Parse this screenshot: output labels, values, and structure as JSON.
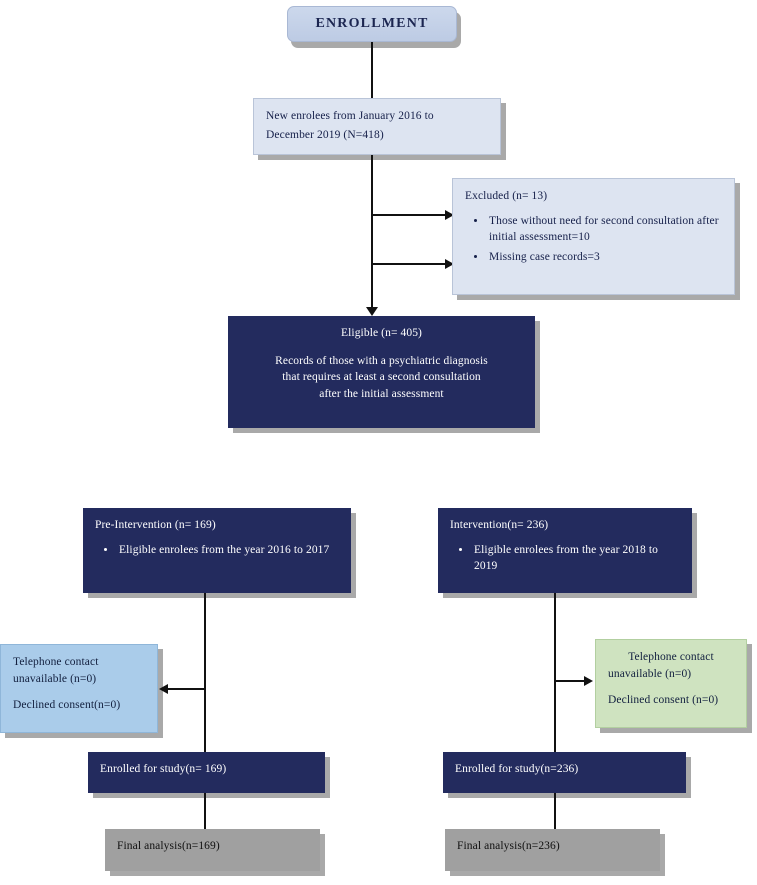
{
  "diagram": {
    "title": "Study enrollment flow diagram",
    "colors": {
      "header_fill": "#c6d3e9",
      "pale_fill": "#dde4f1",
      "blue_fill": "#aaccea",
      "green_fill": "#cfe3c0",
      "navy_fill": "#232b5e",
      "grey_fill": "#a0a0a0",
      "connector": "#111111"
    }
  },
  "nodes": {
    "enrollment": {
      "label": "ENROLLMENT"
    },
    "new_enrollees": {
      "line1": "New enrolees from January 2016  to",
      "line2": "December 2019  (N=418)"
    },
    "excluded": {
      "title": "Excluded  (n= 13)",
      "bullets": [
        "Those without need for second consultation after initial  assessment=10",
        "Missing case records=3"
      ]
    },
    "eligible": {
      "title": "Eligible  (n=  405)",
      "body_line1": "Records of  those with a psychiatric diagnosis",
      "body_line2": "that requires at least a second consultation",
      "body_line3": "after the initial  assessment"
    },
    "pre_intervention": {
      "title": "Pre-Intervention (n=  169)",
      "bullets": [
        "Eligible  enrolees from  the year 2016 to 2017"
      ]
    },
    "intervention": {
      "title": "Intervention(n=  236)",
      "bullets": [
        "Eligible  enrolees from the year 2018 to 2019"
      ]
    },
    "dropout_left": {
      "line1": "Telephone contact",
      "line2": "unavailable (n=0)",
      "line3": "Declined consent(n=0)"
    },
    "dropout_right": {
      "line1": "Telephone contact",
      "line2": "unavailable (n=0)",
      "line3": "Declined  consent (n=0)"
    },
    "enrolled_left": {
      "label": "Enrolled for study(n= 169)"
    },
    "enrolled_right": {
      "label": "Enrolled  for study(n=236)"
    },
    "final_left": {
      "label": "Final  analysis(n=169)"
    },
    "final_right": {
      "label": "Final  analysis(n=236)"
    }
  }
}
